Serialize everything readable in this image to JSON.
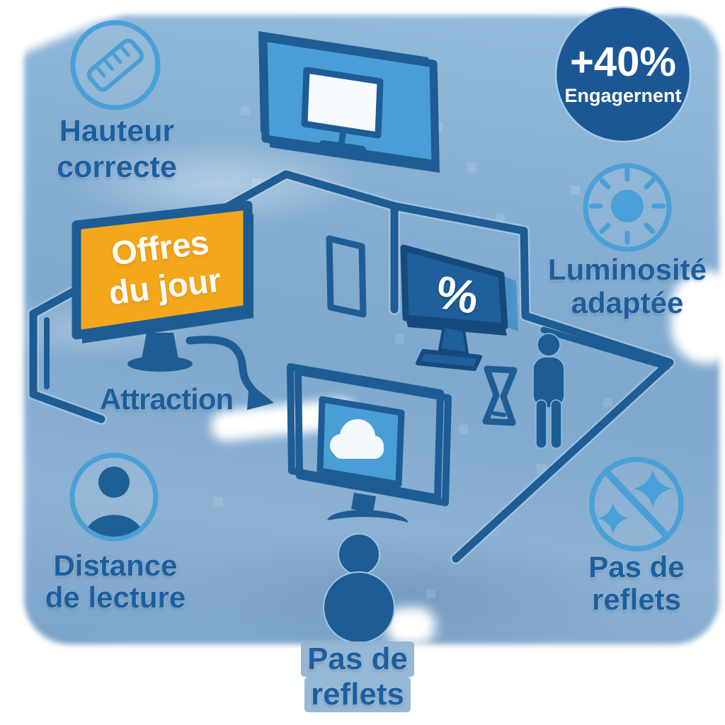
{
  "badge": {
    "value": "+40%",
    "label": "Engagernent"
  },
  "labels": {
    "height": {
      "line1": "Hauteur",
      "line2": "correcte"
    },
    "brightness": {
      "line1": "Luminosité",
      "line2": "adaptée"
    },
    "attraction": {
      "text": "Attraction"
    },
    "reading_distance": {
      "line1": "Distance",
      "line2": "de lecture"
    },
    "no_glare_right": {
      "line1": "Pas de",
      "line2": "reflets"
    },
    "no_glare_center": {
      "line1": "Pas de",
      "line2": "reflets"
    }
  },
  "screens": {
    "offers": {
      "line1": "Offres",
      "line2": "du jour"
    },
    "percent": {
      "symbol": "%"
    }
  },
  "icons": {
    "ruler": "ruler-icon",
    "sun": "sun-icon",
    "person": "person-icon",
    "no_reflection": "crossed-sparkles-icon",
    "hourglass": "hourglass-icon",
    "cloud": "cloud-icon"
  },
  "colors": {
    "dark_blue": "#1d5c95",
    "medium_blue": "#4a9ed6",
    "light_icon_blue": "#4aa0d8",
    "background_blue": "#84add0",
    "orange": "#f5a71c",
    "text_blue": "#1c5f9f",
    "badge_blue": "#1c5795",
    "white": "#ffffff"
  }
}
